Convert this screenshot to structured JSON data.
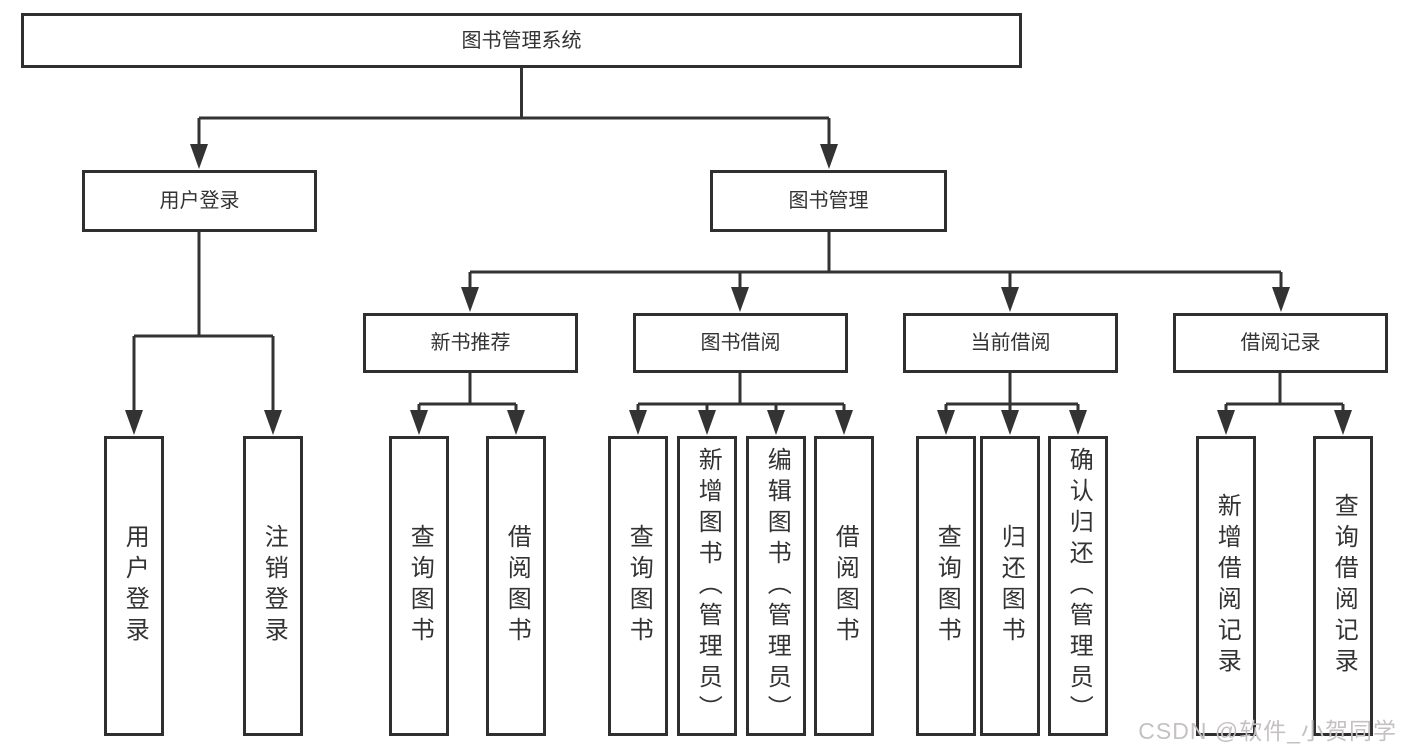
{
  "tree": {
    "root": {
      "label": "图书管理系统"
    },
    "branches": [
      {
        "label": "用户登录",
        "children": [
          {
            "label": "用户登录"
          },
          {
            "label": "注销登录"
          }
        ]
      },
      {
        "label": "图书管理",
        "children": [
          {
            "label": "新书推荐",
            "children": [
              {
                "label": "查询图书"
              },
              {
                "label": "借阅图书"
              }
            ]
          },
          {
            "label": "图书借阅",
            "children": [
              {
                "label": "查询图书"
              },
              {
                "label": "新增图书（管理员）"
              },
              {
                "label": "编辑图书（管理员）"
              },
              {
                "label": "借阅图书"
              }
            ]
          },
          {
            "label": "当前借阅",
            "children": [
              {
                "label": "查询图书"
              },
              {
                "label": "归还图书"
              },
              {
                "label": "确认归还（管理员）"
              }
            ]
          },
          {
            "label": "借阅记录",
            "children": [
              {
                "label": "新增借阅记录"
              },
              {
                "label": "查询借阅记录"
              }
            ]
          }
        ]
      }
    ]
  },
  "watermark": {
    "text": "CSDN @软件_小贺同学"
  },
  "colors": {
    "line": "#333333",
    "box_border": "#2f2f2f",
    "text": "#333333",
    "watermark": "#c5c1c1",
    "background": "#ffffff"
  }
}
